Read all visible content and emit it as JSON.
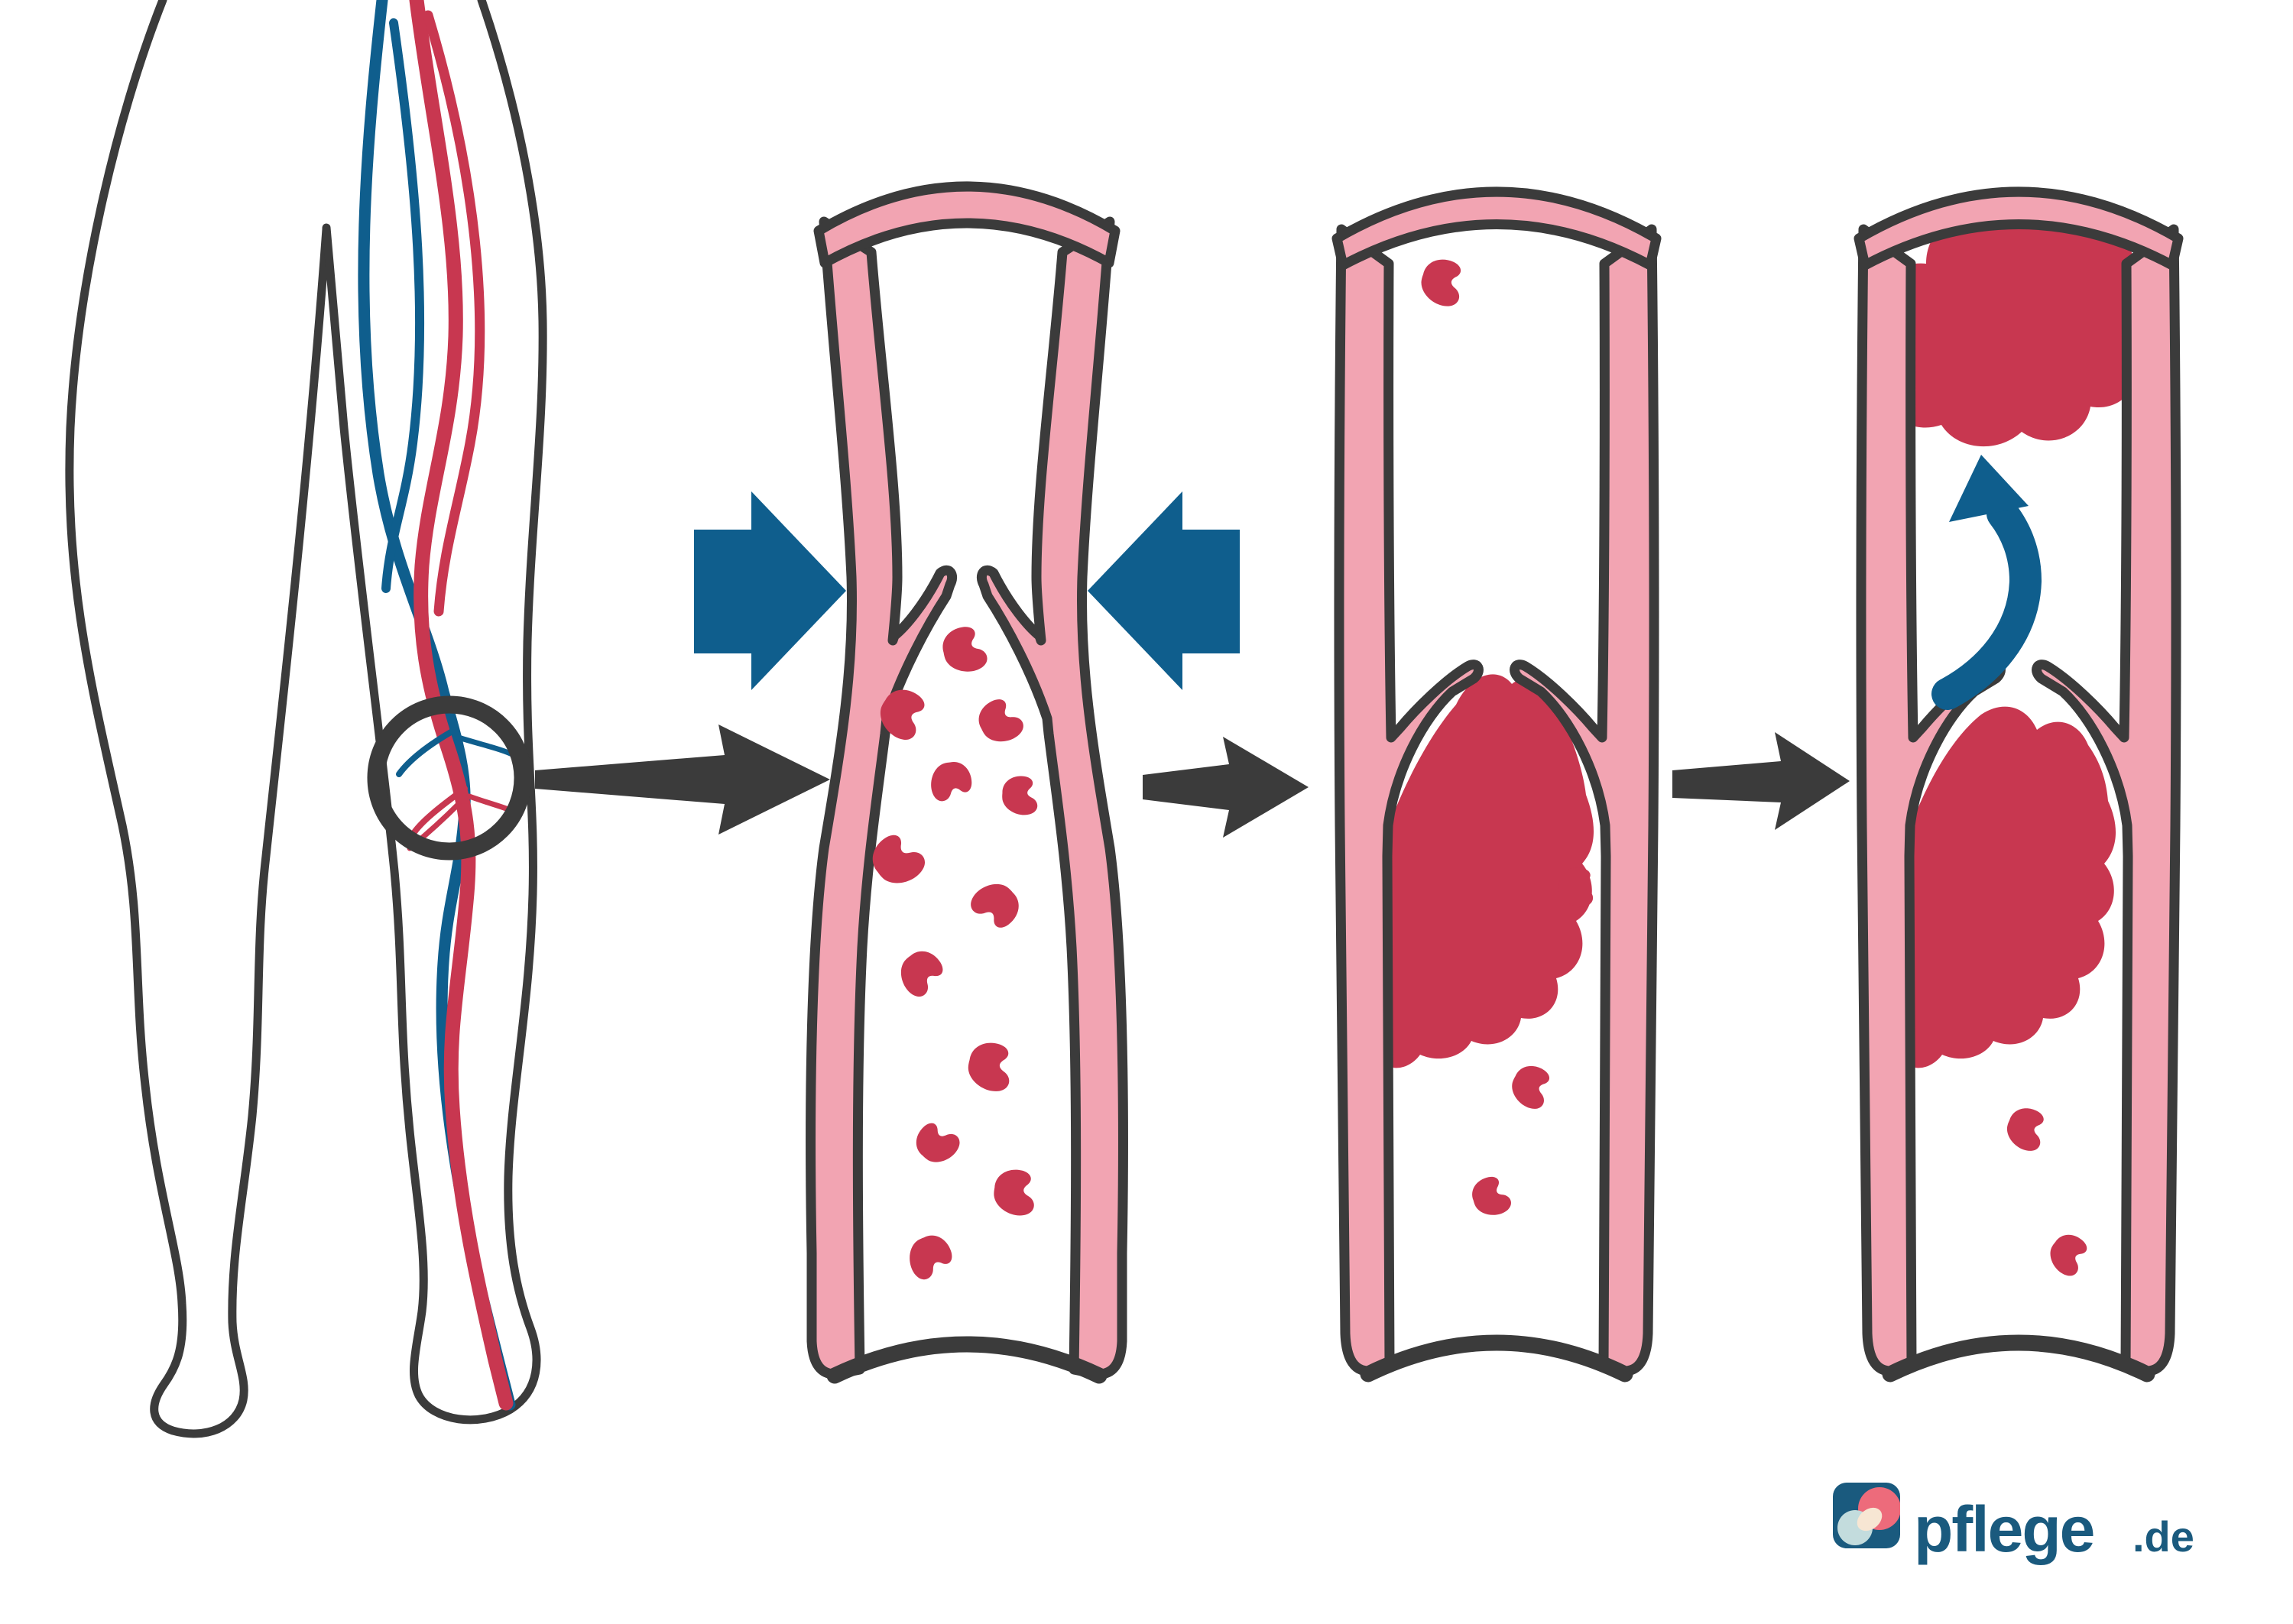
{
  "page": {
    "background": "#ffffff"
  },
  "colors": {
    "outline": "#3b3b3b",
    "vein_wall": "#f2a4b2",
    "blood_red": "#c83750",
    "arrow_blue": "#0f5e8d",
    "logo_teal": "#1a5a7e",
    "logo_icon_bg": "#1a5a7e",
    "logo_icon_pink": "#ed6b7b",
    "logo_icon_lightblue": "#c3dcdd",
    "logo_icon_cream": "#f7e6d3"
  },
  "logo": {
    "text": "pflege",
    "tld": ".de"
  },
  "figure": {
    "panels": [
      "leg-with-magnifier",
      "vein-compressed",
      "vein-thrombus",
      "vein-embolism"
    ],
    "cells": {
      "panel2": [
        [
          1268,
          850,
          -10,
          1.05
        ],
        [
          1186,
          938,
          35,
          1.1
        ],
        [
          1314,
          942,
          -25,
          1.0
        ],
        [
          1244,
          1028,
          85,
          0.95
        ],
        [
          1340,
          1042,
          5,
          0.9
        ],
        [
          1180,
          1122,
          -35,
          1.15
        ],
        [
          1298,
          1188,
          140,
          1.05
        ],
        [
          1208,
          1278,
          55,
          1.0
        ],
        [
          1302,
          1398,
          15,
          1.1
        ],
        [
          1230,
          1492,
          -45,
          0.95
        ],
        [
          1334,
          1562,
          10,
          1.05
        ],
        [
          1218,
          1650,
          70,
          1.0
        ]
      ],
      "panel3": [
        [
          1893,
          372,
          20,
          1.05
        ],
        [
          2068,
          1162,
          10,
          0.9
        ],
        [
          2008,
          1425,
          30,
          0.95
        ],
        [
          1956,
          1565,
          -15,
          0.9
        ]
      ],
      "panel4": [
        [
          2656,
          1480,
          25,
          0.95
        ],
        [
          2710,
          1645,
          40,
          0.9
        ]
      ]
    }
  }
}
